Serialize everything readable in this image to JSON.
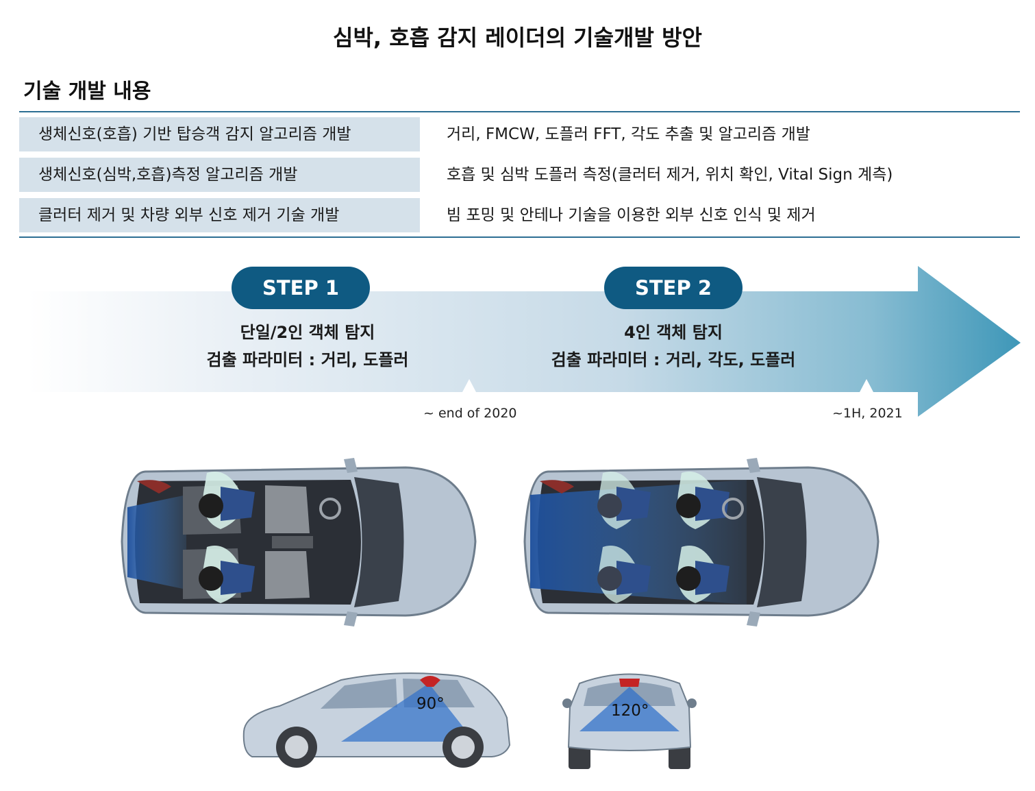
{
  "title": "심박, 호흡 감지 레이더의 기술개발 방안",
  "section_heading": "기술 개발 내용",
  "rows": [
    {
      "label": "생체신호(호흡) 기반 탑승객 감지 알고리즘 개발",
      "desc": "거리, FMCW, 도플러 FFT, 각도 추출 및 알고리즘 개발"
    },
    {
      "label": "생체신호(심박,호흡)측정 알고리즘 개발",
      "desc": "호흡 및 심박 도플러 측정(클러터 제거, 위치 확인, Vital Sign 계측)"
    },
    {
      "label": "클러터 제거 및 차량 외부 신호 제거 기술 개발",
      "desc": "빔 포밍 및 안테나 기술을 이용한 외부 신호 인식 및 제거"
    }
  ],
  "steps": [
    {
      "label": "STEP 1",
      "line1": "단일/2인 객체 탐지",
      "line2": "검출 파라미터 : 거리, 도플러",
      "milestone": "~ end of 2020"
    },
    {
      "label": "STEP 2",
      "line1": "4인 객체 탐지",
      "line2": "검출 파라미터 : 거리, 각도, 도플러",
      "milestone": "~1H, 2021"
    }
  ],
  "fov": {
    "side_view": "90°",
    "rear_view": "120°"
  },
  "colors": {
    "accent": "#0f5a82",
    "arrow_end": "#3e97b8",
    "row_bg": "#d5e1ea",
    "rule": "#2c6e93",
    "radar_beam": "#2f6fc9",
    "car_body": "#c7d2de"
  },
  "icons": {
    "step1_car": "car-top-view-two-occupants",
    "step2_car": "car-top-view-four-occupants",
    "side": "car-side-view-radar",
    "rear": "car-rear-view-radar"
  }
}
